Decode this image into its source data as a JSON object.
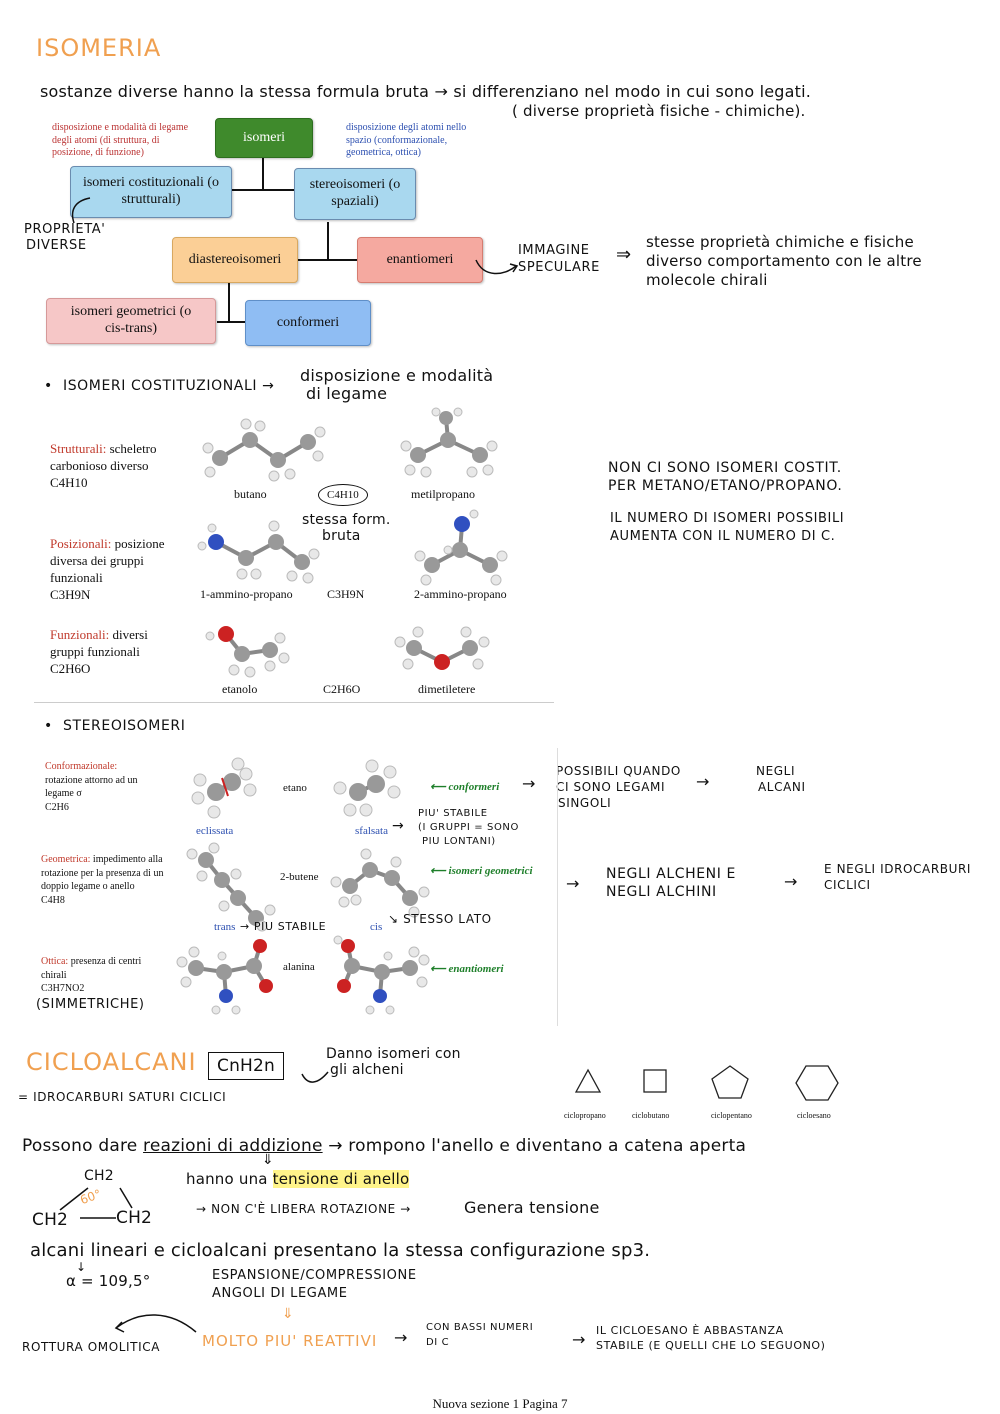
{
  "title": "ISOMERIA",
  "definition": {
    "line1": "sostanze diverse hanno la stessa formula bruta",
    "line1b": "si differenziano nel modo in cui sono legati.",
    "line2": "( diverse proprietà fisiche - chimiche)."
  },
  "chart": {
    "note_left": "disposizione e modalità di legame degli atomi (di struttura, di posizione, di funzione)",
    "note_right": "disposizione degli atomi nello spazio (conformazionale, geometrica, ottica)",
    "isomeri": "isomeri",
    "costituzionali": "isomeri costituzionali (o strutturali)",
    "stereoisomeri": "stereoisomeri (o spaziali)",
    "diastereoisomeri": "diastereoisomeri",
    "enantiomeri": "enantiomeri",
    "geometrici": "isomeri geometrici (o cis-trans)",
    "conformeri": "conformeri"
  },
  "notes_chart": {
    "proprieta": "PROPRIETA'",
    "diverse": "DIVERSE",
    "immagine": "IMMAGINE",
    "speculare": "SPECULARE",
    "enantio_1": "stesse proprietà chimiche e fisiche",
    "enantio_2": "diverso comportamento con le altre",
    "enantio_3": "molecole chirali"
  },
  "costituzionali": {
    "bullet": "ISOMERI COSTITUZIONALI",
    "desc1": "disposizione e modalità",
    "desc2": "di legame",
    "strutturali_label": "Strutturali:",
    "strutturali_desc": "scheletro carbonioso diverso",
    "strutturali_formula": "C4H10",
    "butano": "butano",
    "metilpropano": "metilpropano",
    "c4h10_circle": "C4H10",
    "stessa_formula_1": "stessa form.",
    "stessa_formula_2": "bruta",
    "posizionali_label": "Posizionali:",
    "posizionali_desc": "posizione diversa dei gruppi funzionali",
    "posizionali_formula": "C3H9N",
    "ammino1": "1-ammino-propano",
    "c3h9n": "C3H9N",
    "ammino2": "2-ammino-propano",
    "funzionali_label": "Funzionali:",
    "funzionali_desc": "diversi gruppi funzionali",
    "funzionali_formula": "C2H6O",
    "etanolo": "etanolo",
    "c2h6o": "C2H6O",
    "dimetiletere": "dimetiletere",
    "note1a": "NON CI SONO ISOMERI COSTIT.",
    "note1b": "PER METANO/ETANO/PROPANO.",
    "note2a": "IL NUMERO DI ISOMERI POSSIBILI",
    "note2b": "AUMENTA CON IL NUMERO DI C."
  },
  "stereo": {
    "bullet": "STEREOISOMERI",
    "conf_label": "Conformazionale:",
    "conf_desc": "rotazione attorno ad un legame σ",
    "conf_formula": "C2H6",
    "etano": "etano",
    "eclissata": "eclissata",
    "sfalsata": "sfalsata",
    "conformeri": "conformeri",
    "conf_note1": "POSSIBILI QUANDO",
    "conf_note2": "CI SONO LEGAMI",
    "conf_note3": "SINGOLI",
    "negli": "NEGLI",
    "alcani": "ALCANI",
    "stabile1": "PIU' STABILE",
    "stabile2": "(I GRUPPI = SONO",
    "stabile3": "PIU LONTANI)",
    "geo_label": "Geometrica:",
    "geo_desc": "impedimento alla rotazione per la presenza di un doppio legame o anello",
    "geo_formula": "C4H8",
    "butene": "2-butene",
    "isomeri_geometrici": "isomeri geometrici",
    "geo_note1": "NEGLI ALCHENI E",
    "geo_note2": "NEGLI ALCHINI",
    "geo_note3": "E NEGLI IDROCARBURI",
    "geo_note4": "CICLICI",
    "trans": "trans",
    "piu_stabile": "PIU STABILE",
    "cis": "cis",
    "stesso_lato": "STESSO LATO",
    "ott_label": "Ottica:",
    "ott_desc": "presenza di centri chirali",
    "ott_formula": "C3H7NO2",
    "simmetriche": "(SIMMETRICHE)",
    "alanina": "alanina",
    "enantiomeri": "enantiomeri"
  },
  "cicloalcani": {
    "title": "CICLOALCANI",
    "formula": "CnH2n",
    "danno1": "Danno isomeri con",
    "danno2": "gli alcheni",
    "def": "= IDROCARBURI SATURI CICLICI",
    "ciclopropano": "ciclopropano",
    "ciclobutano": "ciclobutano",
    "ciclopentano": "ciclopentano",
    "cicloesano": "cicloesano",
    "reazioni_pre": "Possono dare",
    "reazioni": "reazioni di addizione",
    "reazioni_post": "rompono l'anello e diventano a catena aperta",
    "tensione_pre": "hanno una",
    "tensione": "tensione di anello",
    "ch2_top": "CH2",
    "ch2_left": "CH2",
    "ch2_right": "CH2",
    "angle": "60°",
    "rotazione": "NON C'È LIBERA ROTAZIONE",
    "genera": "Genera tensione",
    "configurazione": "alcani lineari e cicloalcani presentano la stessa configurazione sp3.",
    "angolo": "α = 109,5°",
    "espansione1": "ESPANSIONE/COMPRESSIONE",
    "espansione2": "ANGOLI DI LEGAME",
    "rottura": "ROTTURA OMOLITICA",
    "reattivi": "MOLTO PIU' REATTIVI",
    "bassi1": "CON BASSI NUMERI",
    "bassi2": "DI C",
    "stabile1": "IL CICLOESANO È ABBASTANZA",
    "stabile2": "STABILE (E QUELLI CHE LO SEGUONO)"
  },
  "footer": "Nuova sezione 1 Pagina 7",
  "colors": {
    "accent": "#f0a050",
    "highlight": "#fff48a",
    "green_box": "#3f8a2c",
    "blue_box": "#a9d8ef",
    "orange_box": "#fbcf96",
    "red_box": "#f5a9a0",
    "pink_box": "#f6c7c7",
    "blue2_box": "#8fbdf3"
  }
}
